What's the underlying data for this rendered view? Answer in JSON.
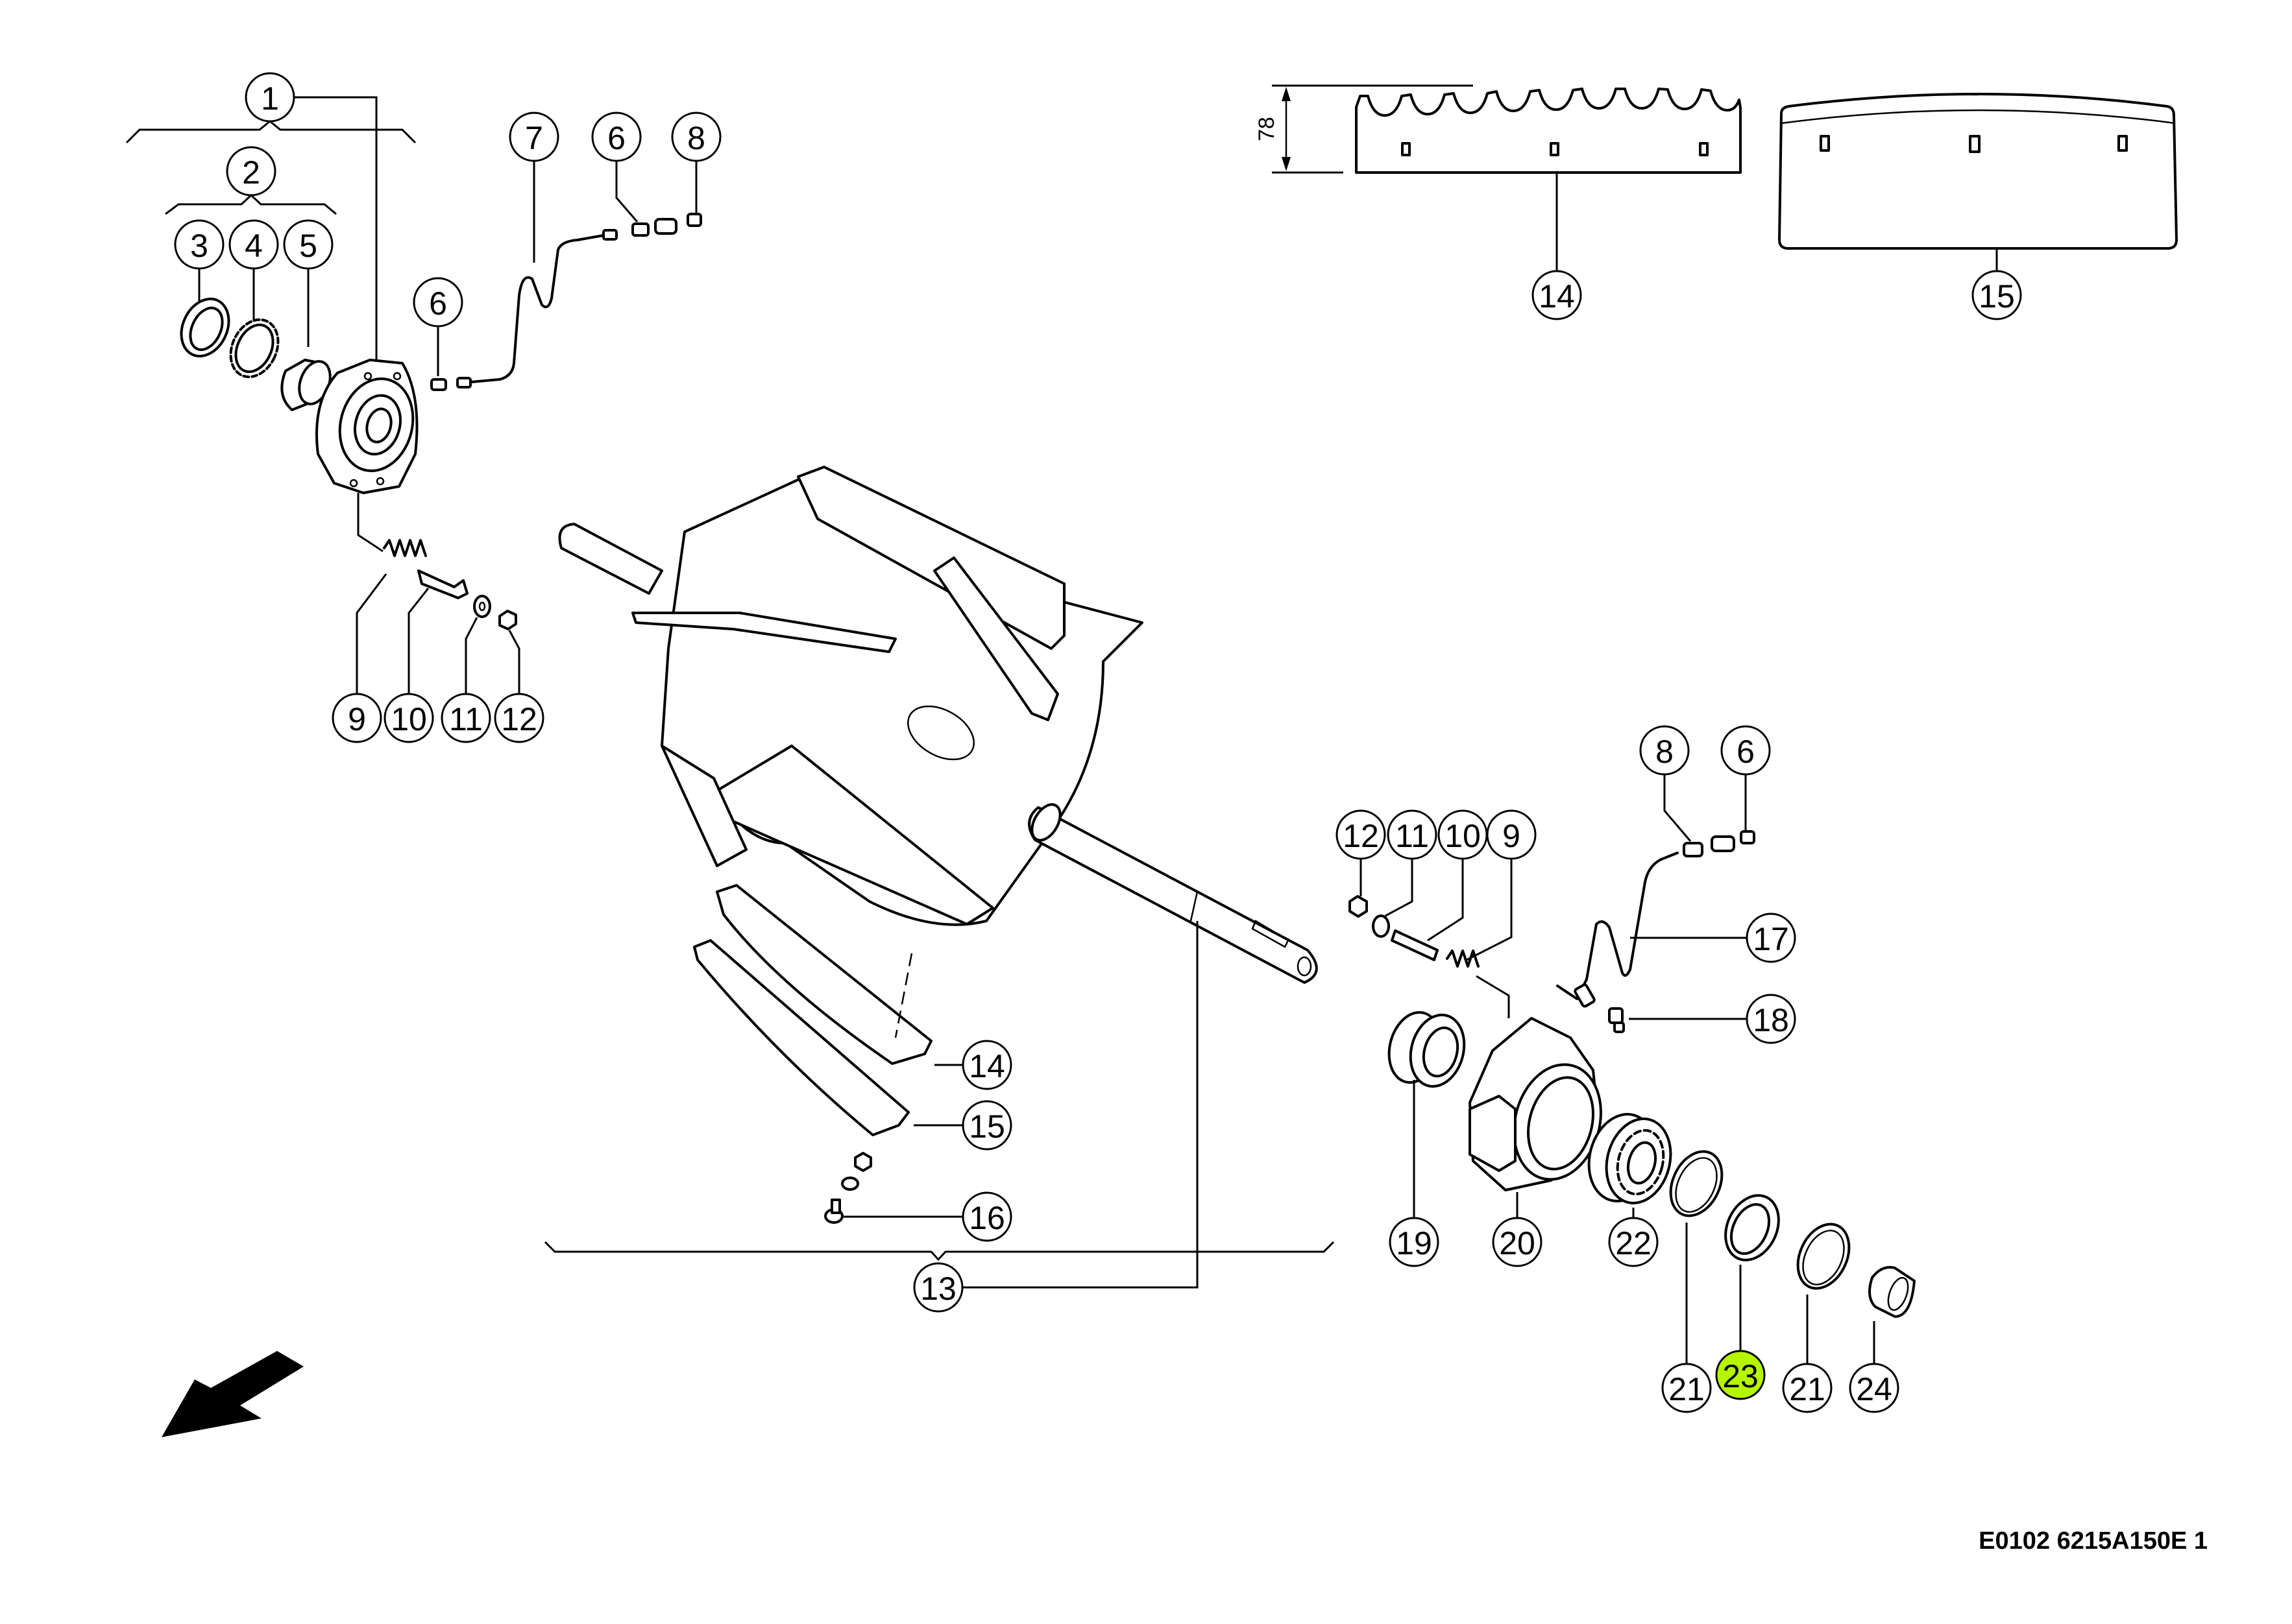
{
  "diagram": {
    "reference_code": "E0102 6215A150E 1",
    "dimension_label": "78",
    "highlight_color": "#b5f500",
    "highlighted_item": "23"
  },
  "callouts": [
    {
      "id": "c1",
      "label": "1"
    },
    {
      "id": "c2",
      "label": "2"
    },
    {
      "id": "c3",
      "label": "3"
    },
    {
      "id": "c4",
      "label": "4"
    },
    {
      "id": "c5",
      "label": "5"
    },
    {
      "id": "c7",
      "label": "7"
    },
    {
      "id": "c6a",
      "label": "6"
    },
    {
      "id": "c8a",
      "label": "8"
    },
    {
      "id": "c6b",
      "label": "6"
    },
    {
      "id": "c9a",
      "label": "9"
    },
    {
      "id": "c10a",
      "label": "10"
    },
    {
      "id": "c11a",
      "label": "11"
    },
    {
      "id": "c12a",
      "label": "12"
    },
    {
      "id": "c14a",
      "label": "14"
    },
    {
      "id": "c15a",
      "label": "15"
    },
    {
      "id": "c12b",
      "label": "12"
    },
    {
      "id": "c11b",
      "label": "11"
    },
    {
      "id": "c10b",
      "label": "10"
    },
    {
      "id": "c9b",
      "label": "9"
    },
    {
      "id": "c8b",
      "label": "8"
    },
    {
      "id": "c6c",
      "label": "6"
    },
    {
      "id": "c17",
      "label": "17"
    },
    {
      "id": "c18",
      "label": "18"
    },
    {
      "id": "c14b",
      "label": "14"
    },
    {
      "id": "c15b",
      "label": "15"
    },
    {
      "id": "c16",
      "label": "16"
    },
    {
      "id": "c13",
      "label": "13"
    },
    {
      "id": "c19",
      "label": "19"
    },
    {
      "id": "c20",
      "label": "20"
    },
    {
      "id": "c22",
      "label": "22"
    },
    {
      "id": "c21a",
      "label": "21"
    },
    {
      "id": "c23",
      "label": "23"
    },
    {
      "id": "c21b",
      "label": "21"
    },
    {
      "id": "c24",
      "label": "24"
    }
  ]
}
